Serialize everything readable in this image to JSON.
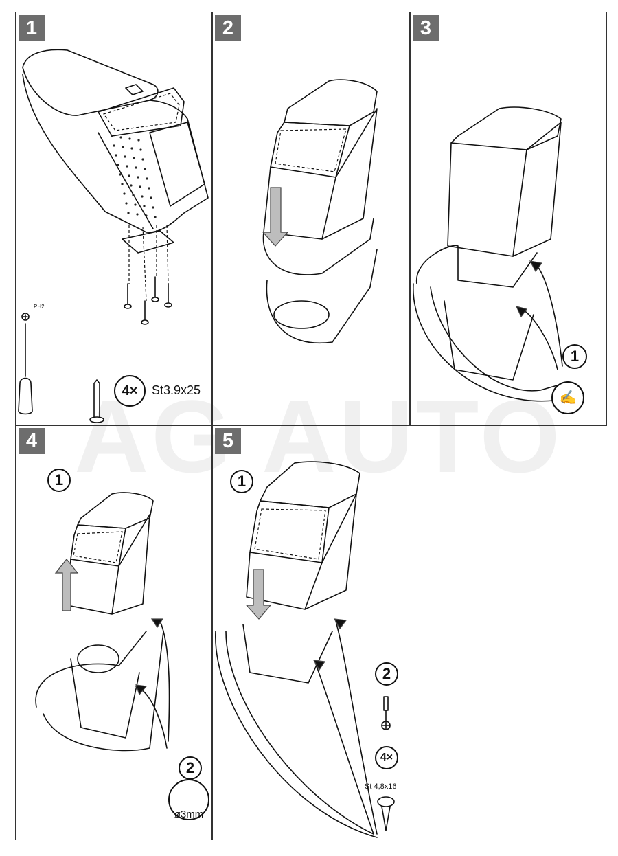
{
  "watermark": "AG AUTO",
  "badge_color": "#6d6d6d",
  "panels": [
    {
      "number": "1",
      "tool_label": "PH2",
      "screw_qty": "4×",
      "screw_spec": "St3.9x25"
    },
    {
      "number": "2"
    },
    {
      "number": "3",
      "step_marker": "1",
      "icon": "hand-pen-icon"
    },
    {
      "number": "4",
      "step_marker_top": "1",
      "step_marker_bottom": "2",
      "drill_label": "ø3mm"
    },
    {
      "number": "5",
      "step_marker_top": "1",
      "step_marker_bottom": "2",
      "screw_qty": "4×",
      "screw_spec": "St 4,8x16"
    }
  ]
}
